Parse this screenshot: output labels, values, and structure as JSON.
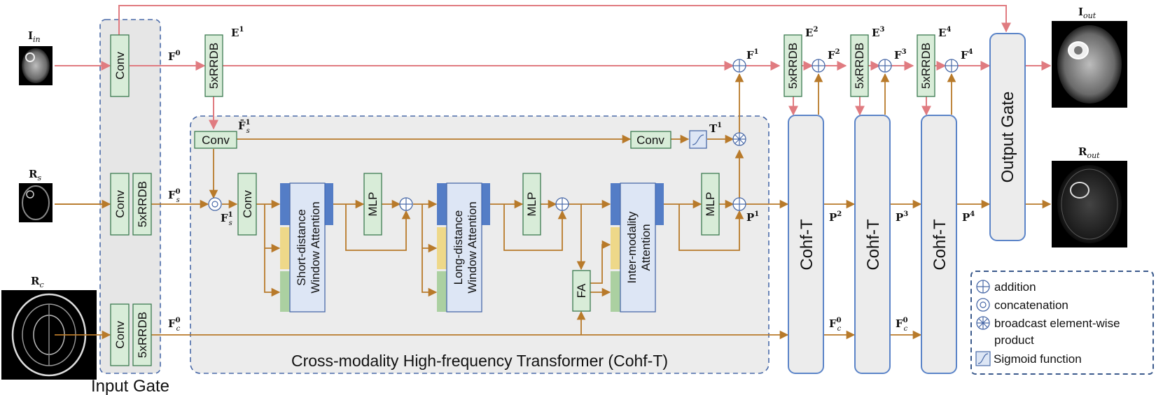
{
  "labels": {
    "i_in": "I",
    "i_in_sub": "in",
    "r_s": "R",
    "r_s_sub": "s",
    "r_c": "R",
    "r_c_sub": "c",
    "i_out": "I",
    "i_out_sub": "out",
    "r_out": "R",
    "r_out_sub": "out",
    "f0": "F",
    "f0_sup": "0",
    "fs0": "F",
    "fs0_sub": "s",
    "fs0_sup": "0",
    "fc0": "F",
    "fc0_sub": "c",
    "fc0_sup": "0",
    "fs1": "F",
    "fs1_sub": "s",
    "fs1_sup": "1",
    "fbar_s1": "F̄",
    "fbar_s1_sub": "s",
    "fbar_s1_sup": "1",
    "t1": "T",
    "t1_sup": "1",
    "e1": "E",
    "e1_sup": "1",
    "e2": "E",
    "e2_sup": "2",
    "e3": "E",
    "e3_sup": "3",
    "e4": "E",
    "e4_sup": "4",
    "f1": "F",
    "f1_sup": "1",
    "f2": "F",
    "f2_sup": "2",
    "f3": "F",
    "f3_sup": "3",
    "f4": "F",
    "f4_sup": "4",
    "p1": "P",
    "p1_sup": "1",
    "p2": "P",
    "p2_sup": "2",
    "p3": "P",
    "p3_sup": "3",
    "p4": "P",
    "p4_sup": "4",
    "fc0_b": "F",
    "fc0_b_sub": "c",
    "fc0_b_sup": "0",
    "fc0_c": "F",
    "fc0_c_sub": "c",
    "fc0_c_sup": "0"
  },
  "blocks": {
    "conv": "Conv",
    "rrdb": "5xRRDB",
    "mlp": "MLP",
    "fa": "FA",
    "short_att_1": "Short-distance",
    "short_att_2": "Window Attention",
    "long_att_1": "Long-distance",
    "long_att_2": "Window Attention",
    "inter_att_1": "Inter-modality",
    "inter_att_2": "Attention",
    "cohf_t": "Cohf-T",
    "output_gate": "Output Gate"
  },
  "titles": {
    "input_gate": "Input Gate",
    "cohf_title": "Cross-modality High-frequency Transformer (Cohf-T)"
  },
  "legend": {
    "addition": "addition",
    "concatenation": "concatenation",
    "broadcast_1": "broadcast element-wise",
    "broadcast_2": "product",
    "sigmoid": "Sigmoid function"
  },
  "colors": {
    "main_path": "#e07b80",
    "feature_path": "#b87a2a",
    "block_fill": "#d8ecd8",
    "attention_fill": "#dde6f5",
    "frame_stroke": "#4a6aa8"
  }
}
